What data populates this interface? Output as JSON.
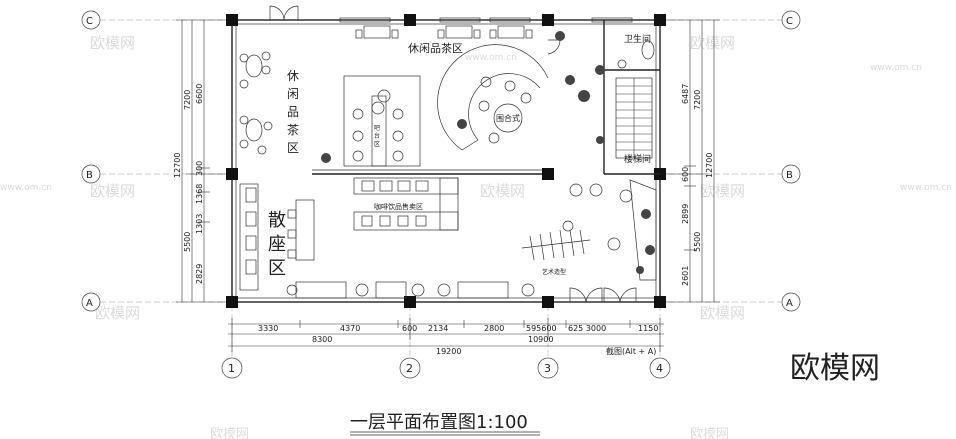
{
  "title": "一层平面布置图1:100",
  "watermark": "欧模网",
  "watermark_url": "www.om.cn",
  "zones": {
    "tea_top": "休闲品茶区",
    "tea_left": "休闲品茶区",
    "round_seat": "围合式",
    "bar_label": "吧台区",
    "toilet": "卫生间",
    "stairs": "楼梯间",
    "coffee": "咖啡饮品售卖区",
    "casual": "散座区",
    "art": "艺术造型"
  },
  "axes": {
    "rows": [
      "C",
      "B",
      "A"
    ],
    "cols": [
      "1",
      "2",
      "3",
      "4"
    ]
  },
  "dims": {
    "bottom_row1": [
      "3330",
      "4370",
      "600",
      "2134",
      "2800",
      "595600",
      "625 3000",
      "1150"
    ],
    "bottom_row2": [
      "8300",
      "10900"
    ],
    "bottom_total": "19200",
    "left_outer": [
      "12700"
    ],
    "left_mid": [
      "7200",
      "5500"
    ],
    "left_inner": [
      "6600",
      "300",
      "1368",
      "1303",
      "2829"
    ],
    "right_outer": [
      "12700"
    ],
    "right_mid": [
      "7200",
      "5500"
    ],
    "right_inner": [
      "6487",
      "600",
      "2899",
      "2601"
    ]
  },
  "caption": "截图(Alt + A)"
}
